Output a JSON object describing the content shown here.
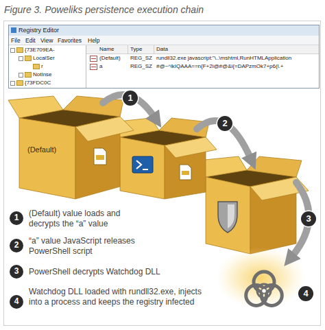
{
  "diagram": {
    "title": "Figure 3. Poweliks persistence execution chain",
    "nodes": [
      {
        "text": [
          "(Default)"
        ]
      },
      {
        "text": [
          "1"
        ]
      },
      {
        "text": [
          "2"
        ]
      },
      {
        "text": [
          "3"
        ]
      },
      {
        "text": [
          "4"
        ]
      },
      {
        "text": [
          "1"
        ]
      },
      {
        "text": [
          "2"
        ]
      },
      {
        "text": [
          "3"
        ]
      },
      {
        "text": [
          "4"
        ]
      }
    ],
    "labels": [
      "Registry Editor",
      "File",
      "Edit",
      "View",
      "Favorites",
      "Help",
      "{73E709EA-",
      "LocalSer",
      "r",
      "NotInse",
      "{73FDC0C",
      "Name",
      "Type",
      "Data",
      "(Default)",
      "REG_SZ",
      "rundll32.exe javascript:\"\\..\\mshtml,RunHTMLApplication",
      "a",
      "REG_SZ",
      "#@~^lkIQAAA==n{F+2i@#@&i{=DAPzmOk7+p6(l.+",
      "(Default) value loads and decrypts the “a” value",
      "“a” value JavaScript releases PowerShell script",
      "PowerShell decrypts Watchdog DLL",
      "Watchdog DLL loaded with rundll32.exe, injects into a process and keeps the registry infected"
    ]
  }
}
